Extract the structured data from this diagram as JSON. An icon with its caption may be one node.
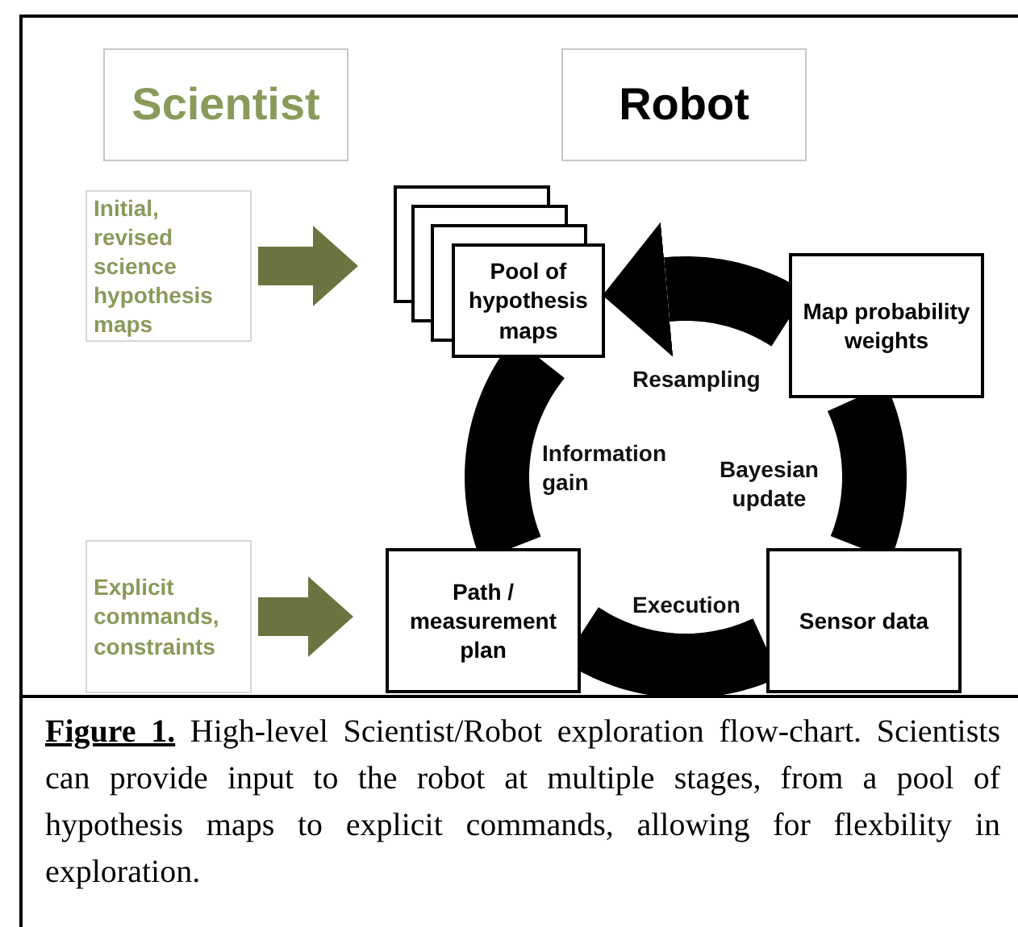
{
  "diagram": {
    "caption": "**Figure 1.** High-level Scientist/Robot exploration flow-chart.  Scientists can provide input to the robot at multiple stages, from a pool of hypothesis maps to explicit commands, allowing for flexbility in exploration.",
    "nodes": [
      {
        "text": [
          "Scientist"
        ]
      },
      {
        "text": [
          "Robot"
        ]
      },
      {
        "text": [
          "Initial, revised science hypothesis maps"
        ]
      },
      {
        "text": [
          "Pool of hypothesis maps"
        ]
      },
      {
        "text": [
          "Map probability weights"
        ]
      },
      {
        "text": [
          "Explicit commands, constraints"
        ]
      },
      {
        "text": [
          "Path / measurement plan"
        ]
      },
      {
        "text": [
          "Sensor data"
        ]
      }
    ],
    "edges": [
      {
        "from": 2,
        "to": 3,
        "arrow": "to",
        "color": "#6b7440"
      },
      {
        "from": 4,
        "to": 3,
        "arrow": "to",
        "label": "Resampling"
      },
      {
        "from": 3,
        "to": 6,
        "arrow": "none",
        "label": "Information gain"
      },
      {
        "from": 6,
        "to": 7,
        "arrow": "none",
        "label": "Execution"
      },
      {
        "from": 7,
        "to": 4,
        "arrow": "none",
        "label": "Bayesian update"
      },
      {
        "from": 5,
        "to": 6,
        "arrow": "to",
        "color": "#6b7440"
      }
    ]
  }
}
